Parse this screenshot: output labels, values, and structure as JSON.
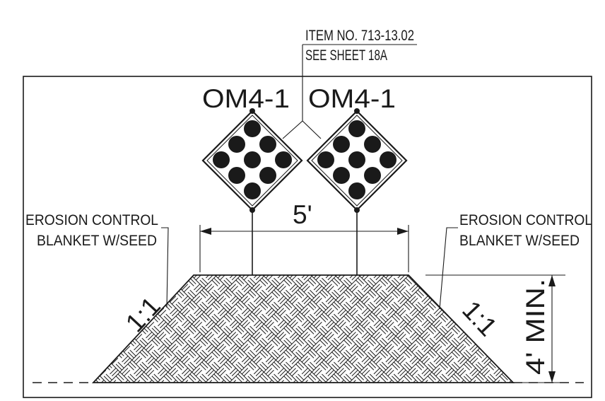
{
  "item_note": {
    "line1": "ITEM NO. 713-13.02",
    "line2": "SEE SHEET 18A"
  },
  "markers": [
    {
      "label": "OM4-1",
      "dots": 9
    },
    {
      "label": "OM4-1",
      "dots": 9
    }
  ],
  "spacing_dimension": "5'",
  "erosion_left": {
    "line1": "EROSION CONTROL",
    "line2": "BLANKET W/SEED"
  },
  "erosion_right": {
    "line1": "EROSION CONTROL",
    "line2": "BLANKET W/SEED"
  },
  "slope_left": "1:1",
  "slope_right": "1:1",
  "height_dimension": "4' MIN."
}
